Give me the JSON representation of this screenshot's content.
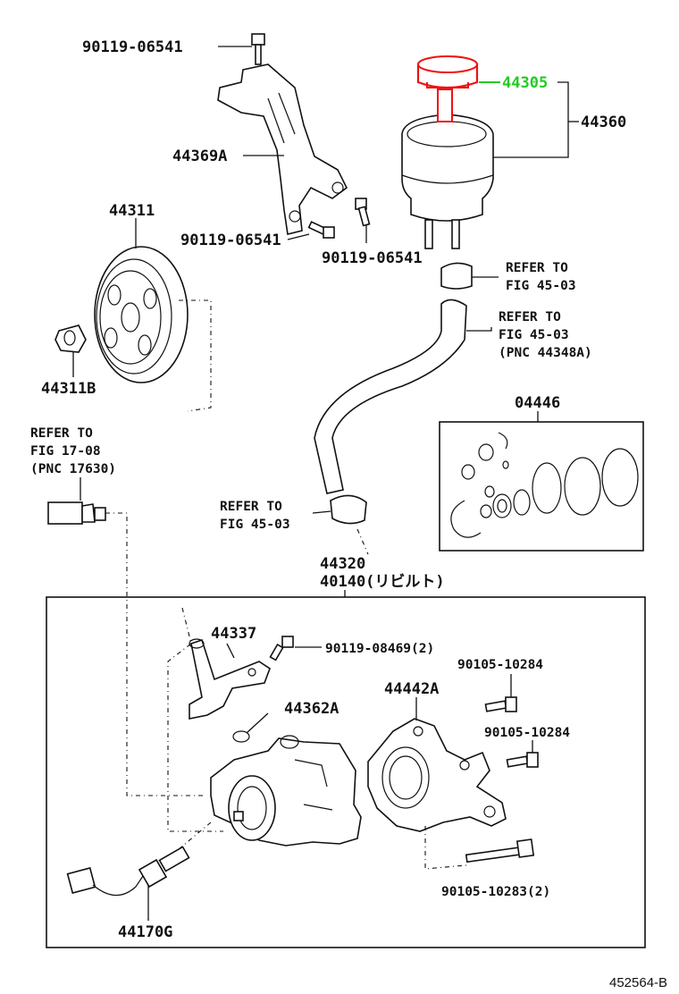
{
  "labels": {
    "p90119_top": "90119-06541",
    "p44369a": "44369A",
    "p90119_mid": "90119-06541",
    "p90119_right": "90119-06541",
    "p44305": "44305",
    "p44360": "44360",
    "p44311": "44311",
    "p44311b": "44311B",
    "refer1_a": "REFER TO",
    "refer1_b": "FIG 45-03",
    "refer2_a": "REFER TO",
    "refer2_b": "FIG 45-03",
    "refer2_c": "(PNC 44348A)",
    "p04446": "04446",
    "refer3_a": "REFER TO",
    "refer3_b": "FIG 17-08",
    "refer3_c": "(PNC 17630)",
    "refer4_a": "REFER TO",
    "refer4_b": "FIG 45-03",
    "p44320": "44320",
    "p40140": "40140(リビルト)",
    "p44337": "44337",
    "p90119_08469": "90119-08469(2)",
    "p90105_a": "90105-10284",
    "p44442a": "44442A",
    "p44362a": "44362A",
    "p90105_b": "90105-10284",
    "p90105_c": "90105-10283(2)",
    "p44170g": "44170G",
    "figure_id": "452564-B"
  },
  "colors": {
    "highlight_part": "#ee1111",
    "highlight_label": "#22cc22",
    "line": "#111111"
  }
}
